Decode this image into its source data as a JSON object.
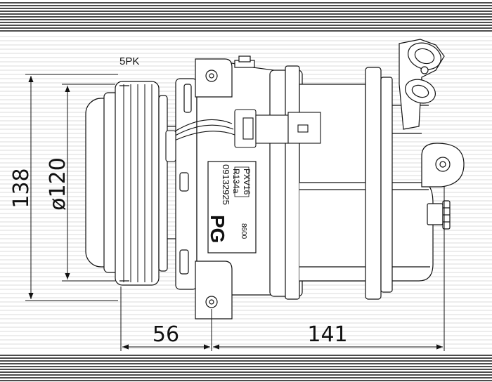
{
  "belt_label": "5PK",
  "dimensions": {
    "overall_height": "138",
    "pulley_diameter": "ø120",
    "pulley_offset": "56",
    "body_length": "141"
  },
  "nameplate": {
    "model": "PXV16",
    "refrigerant": "R134a",
    "part_number": "09132925",
    "brand": "PG",
    "code": "8600"
  }
}
